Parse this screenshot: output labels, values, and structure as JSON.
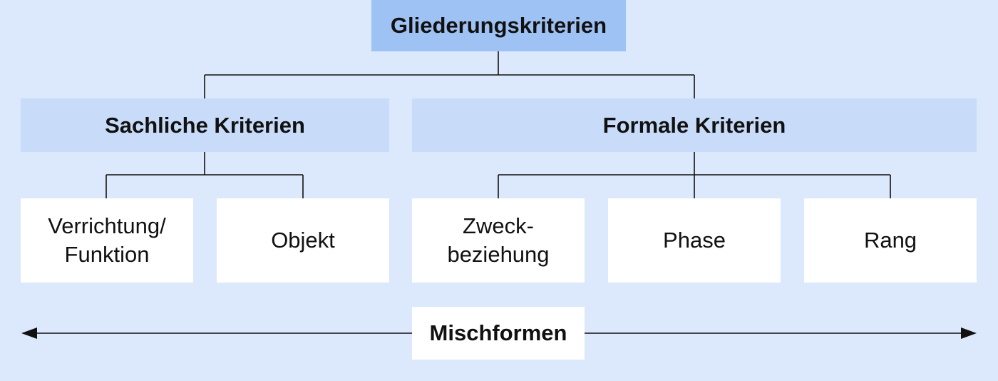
{
  "diagram": {
    "root": {
      "label": "Gliederungskriterien"
    },
    "categories": [
      {
        "label": "Sachliche Kriterien"
      },
      {
        "label": "Formale Kriterien"
      }
    ],
    "leaves": [
      {
        "line1": "Verrichtung/",
        "line2": "Funktion"
      },
      {
        "line1": "Objekt"
      },
      {
        "line1": "Zweck-",
        "line2": "beziehung"
      },
      {
        "line1": "Phase"
      },
      {
        "line1": "Rang"
      }
    ],
    "mixed": {
      "label": "Mischformen"
    }
  }
}
